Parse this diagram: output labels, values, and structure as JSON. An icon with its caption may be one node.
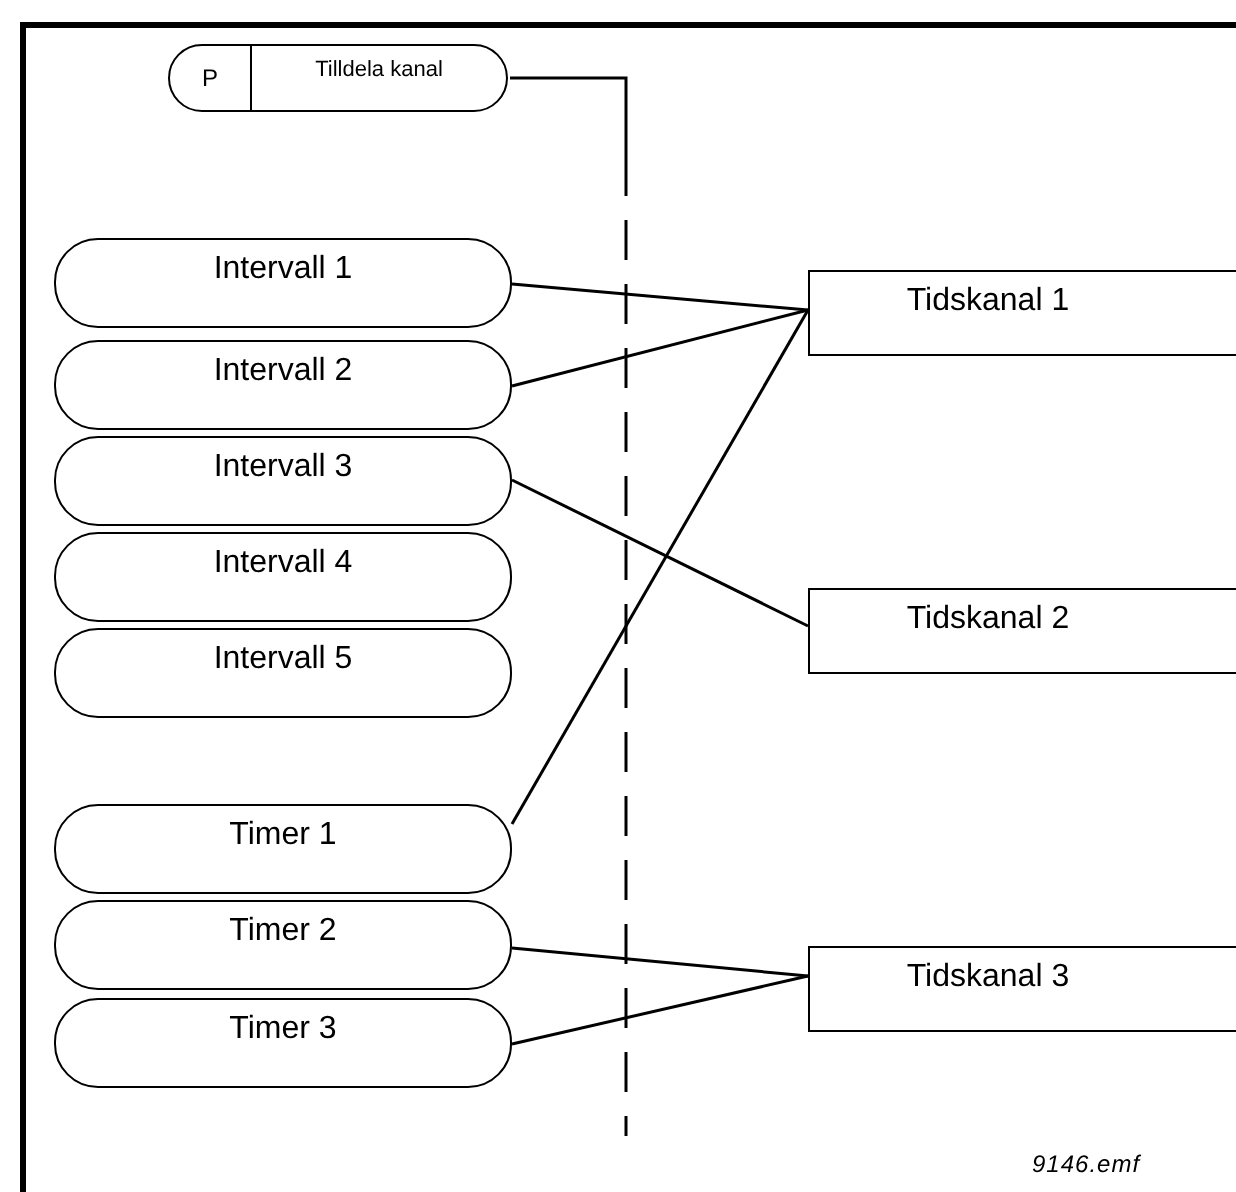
{
  "diagram": {
    "nodes": [
      {
        "text": [
          "P",
          "Tilldela kanal"
        ]
      },
      {
        "text": [
          "Intervall 1"
        ]
      },
      {
        "text": [
          "Intervall 2"
        ]
      },
      {
        "text": [
          "Intervall 3"
        ]
      },
      {
        "text": [
          "Intervall 4"
        ]
      },
      {
        "text": [
          "Intervall 5"
        ]
      },
      {
        "text": [
          "Timer 1"
        ]
      },
      {
        "text": [
          "Timer 2"
        ]
      },
      {
        "text": [
          "Timer 3"
        ]
      },
      {
        "text": [
          "Tidskanal 1"
        ]
      },
      {
        "text": [
          "Tidskanal 2"
        ]
      },
      {
        "text": [
          "Tidskanal 3"
        ]
      }
    ],
    "edges": [
      {
        "from": 0,
        "to": null,
        "arrow": "none",
        "style": "dashed"
      },
      {
        "from": 1,
        "to": 9,
        "arrow": "none"
      },
      {
        "from": 2,
        "to": 9,
        "arrow": "none"
      },
      {
        "from": 6,
        "to": 9,
        "arrow": "none"
      },
      {
        "from": 3,
        "to": 10,
        "arrow": "none"
      },
      {
        "from": 7,
        "to": 11,
        "arrow": "none"
      },
      {
        "from": 8,
        "to": 11,
        "arrow": "none"
      }
    ],
    "labels": [
      "9146.emf"
    ]
  }
}
